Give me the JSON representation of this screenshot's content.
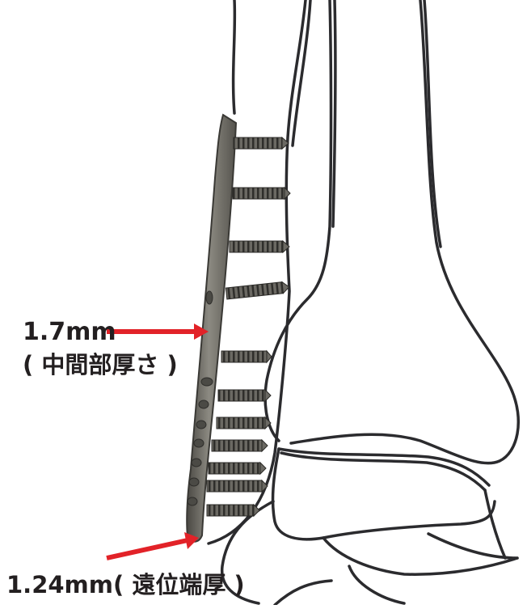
{
  "labels": {
    "mid_thickness": "1.7mm",
    "mid_thickness_sub": "( 中間部厚さ )",
    "distal_thickness": "1.24mm( 遠位端厚 )"
  },
  "colors": {
    "arrow": "#e22228",
    "outline": "#2b2b2e",
    "plate": "#6e6c66",
    "screw": "#5c5a55",
    "text": "#231f20"
  }
}
